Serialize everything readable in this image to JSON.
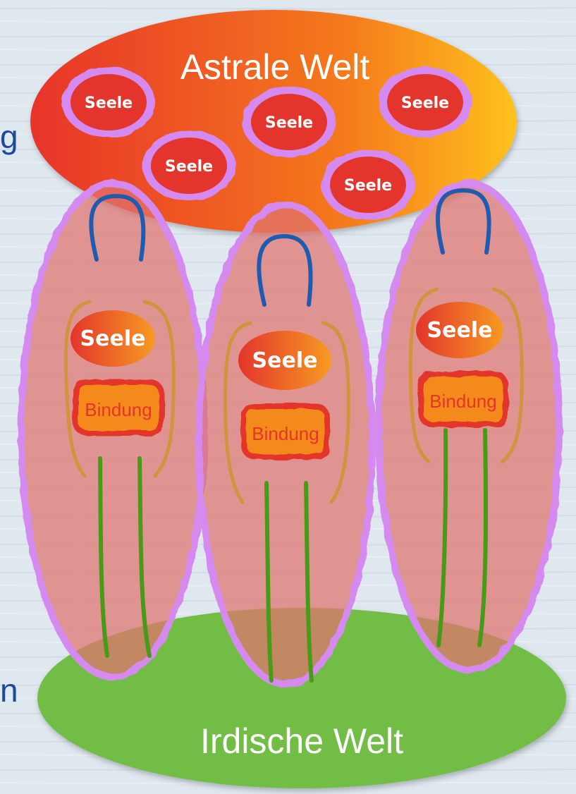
{
  "astral_world": {
    "label": "Astrale Welt"
  },
  "earthly_world": {
    "label": "Irdische Welt"
  },
  "floating_souls": [
    "Seele",
    "Seele",
    "Seele",
    "Seele",
    "Seele"
  ],
  "figures": [
    {
      "soul_label": "Seele",
      "bond_label": "Bindung"
    },
    {
      "soul_label": "Seele",
      "bond_label": "Bindung"
    },
    {
      "soul_label": "Seele",
      "bond_label": "Bindung"
    }
  ],
  "edge_fragments": {
    "left_top": "g",
    "left_bottom": "n"
  },
  "colors": {
    "background": "#dfe7ef",
    "astral_start": "#e8342a",
    "astral_end": "#ffbf1f",
    "earth": "#72bd44",
    "aura_fill": "#e0736f",
    "aura_edge": "#d58af0",
    "head": "#1f5cb0",
    "arms": "#d4923f",
    "legs": "#4a9a1a",
    "soul_red": "#e3352b",
    "soul_orange": "#f58a1f",
    "text_dark": "#1f4a9a",
    "text_light": "#ffffff"
  }
}
